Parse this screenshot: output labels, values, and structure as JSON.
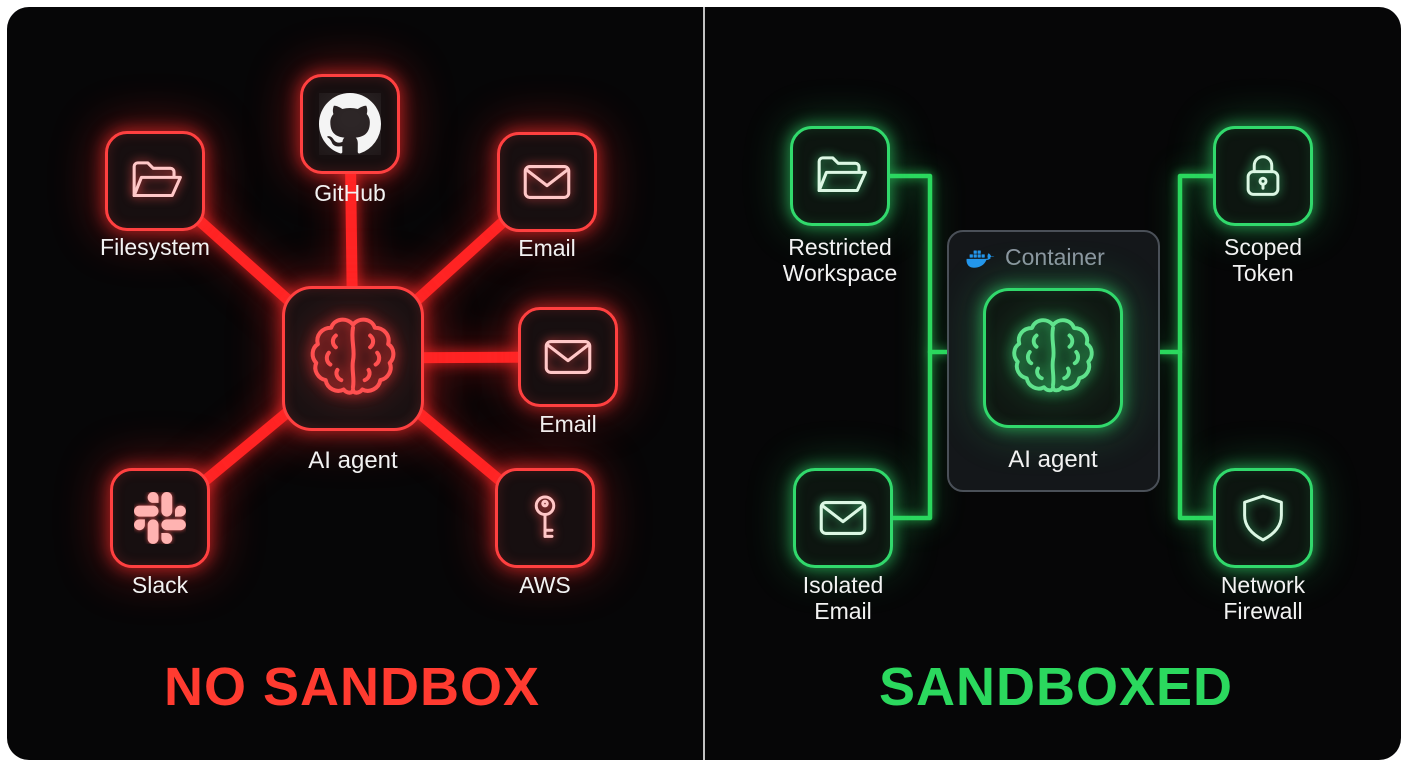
{
  "left_panel": {
    "title": "NO SANDBOX",
    "accent_color": "#ff3b30",
    "agent": {
      "label": "AI agent",
      "icon": "brain-icon"
    },
    "nodes": [
      {
        "label": "Filesystem",
        "icon": "folder-icon"
      },
      {
        "label": "GitHub",
        "icon": "github-icon"
      },
      {
        "label": "Email",
        "icon": "envelope-icon"
      },
      {
        "label": "Email",
        "icon": "envelope-icon"
      },
      {
        "label": "Slack",
        "icon": "slack-icon"
      },
      {
        "label": "AWS",
        "icon": "key-icon"
      }
    ]
  },
  "right_panel": {
    "title": "SANDBOXED",
    "accent_color": "#2bd85e",
    "container": {
      "label": "Container",
      "icon": "docker-icon",
      "icon_color": "#2496ed"
    },
    "agent": {
      "label": "AI agent",
      "icon": "brain-icon"
    },
    "nodes": [
      {
        "label": "Restricted Workspace",
        "icon": "folder-icon"
      },
      {
        "label": "Scoped Token",
        "icon": "lock-icon"
      },
      {
        "label": "Isolated Email",
        "icon": "envelope-icon"
      },
      {
        "label": "Network Firewall",
        "icon": "shield-icon"
      }
    ]
  }
}
